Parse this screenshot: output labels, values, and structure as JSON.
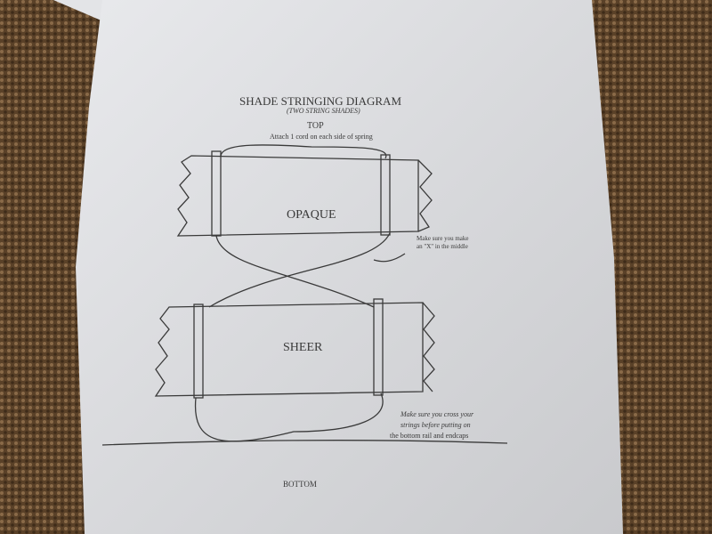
{
  "title": "SHADE STRINGING DIAGRAM",
  "subtitle": "(TWO STRING SHADES)",
  "top_label": "TOP",
  "attach_note": "Attach 1 cord on each side of spring",
  "opaque_label": "OPAQUE",
  "middle_note": [
    "Make sure you make",
    "an \"X\" in the middle"
  ],
  "sheer_label": "SHEER",
  "cross_note": [
    "Make sure you cross your",
    "strings before putting on",
    "the bottom rail and endcaps"
  ],
  "bottom_label": "BOTTOM",
  "colors": {
    "carpet": "#5a4128",
    "paper": "#dcdde0",
    "ink": "#3a3a3a"
  }
}
